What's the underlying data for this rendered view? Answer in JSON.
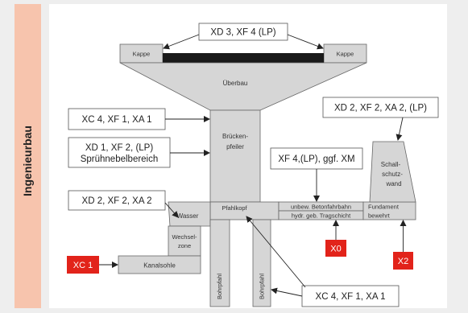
{
  "sidebar": {
    "label": "Ingenieurbau"
  },
  "diagram": {
    "parts": {
      "kappe_left": "Kappe",
      "kappe_right": "Kappe",
      "ueberbau": "Überbau",
      "pfeiler_1": "Brücken-",
      "pfeiler_2": "pfeiler",
      "schall_1": "Schall-",
      "schall_2": "schutz-",
      "schall_3": "wand",
      "wasser": "Wasser",
      "pfahlkopf": "Pfahlkopf",
      "fahrbahn": "unbew. Betonfahrbahn",
      "tragschicht": "hydr. geb. Tragschicht",
      "fundament_1": "Fundament",
      "fundament_2": "bewehrt",
      "wechsel_1": "Wechsel-",
      "wechsel_2": "zone",
      "kanalsohle": "Kanalsohle",
      "bohrpfahl_left": "Bohrpfahl",
      "bohrpfahl_right": "Bohrpfahl"
    },
    "callouts": {
      "kappe": "XD 3, XF 4 (LP)",
      "pfeiler_top": "XC 4, XF 1, XA 1",
      "spray_1": "XD 1, XF 2, (LP)",
      "spray_2": "Sprühnebelbereich",
      "wall": "XD 2, XF 2, XA 2, (LP)",
      "road": "XF 4,(LP), ggf. XM",
      "water": "XD 2, XF 2, XA 2",
      "pile": "XC 4, XF 1, XA 1"
    },
    "red_labels": {
      "xc1": "XC 1",
      "x0": "X0",
      "x2": "X2"
    },
    "colors": {
      "concrete": "#d6d6d6",
      "deck": "#1a1a1a",
      "red": "#e2231a",
      "sidebar": "#f7c4ad"
    }
  }
}
